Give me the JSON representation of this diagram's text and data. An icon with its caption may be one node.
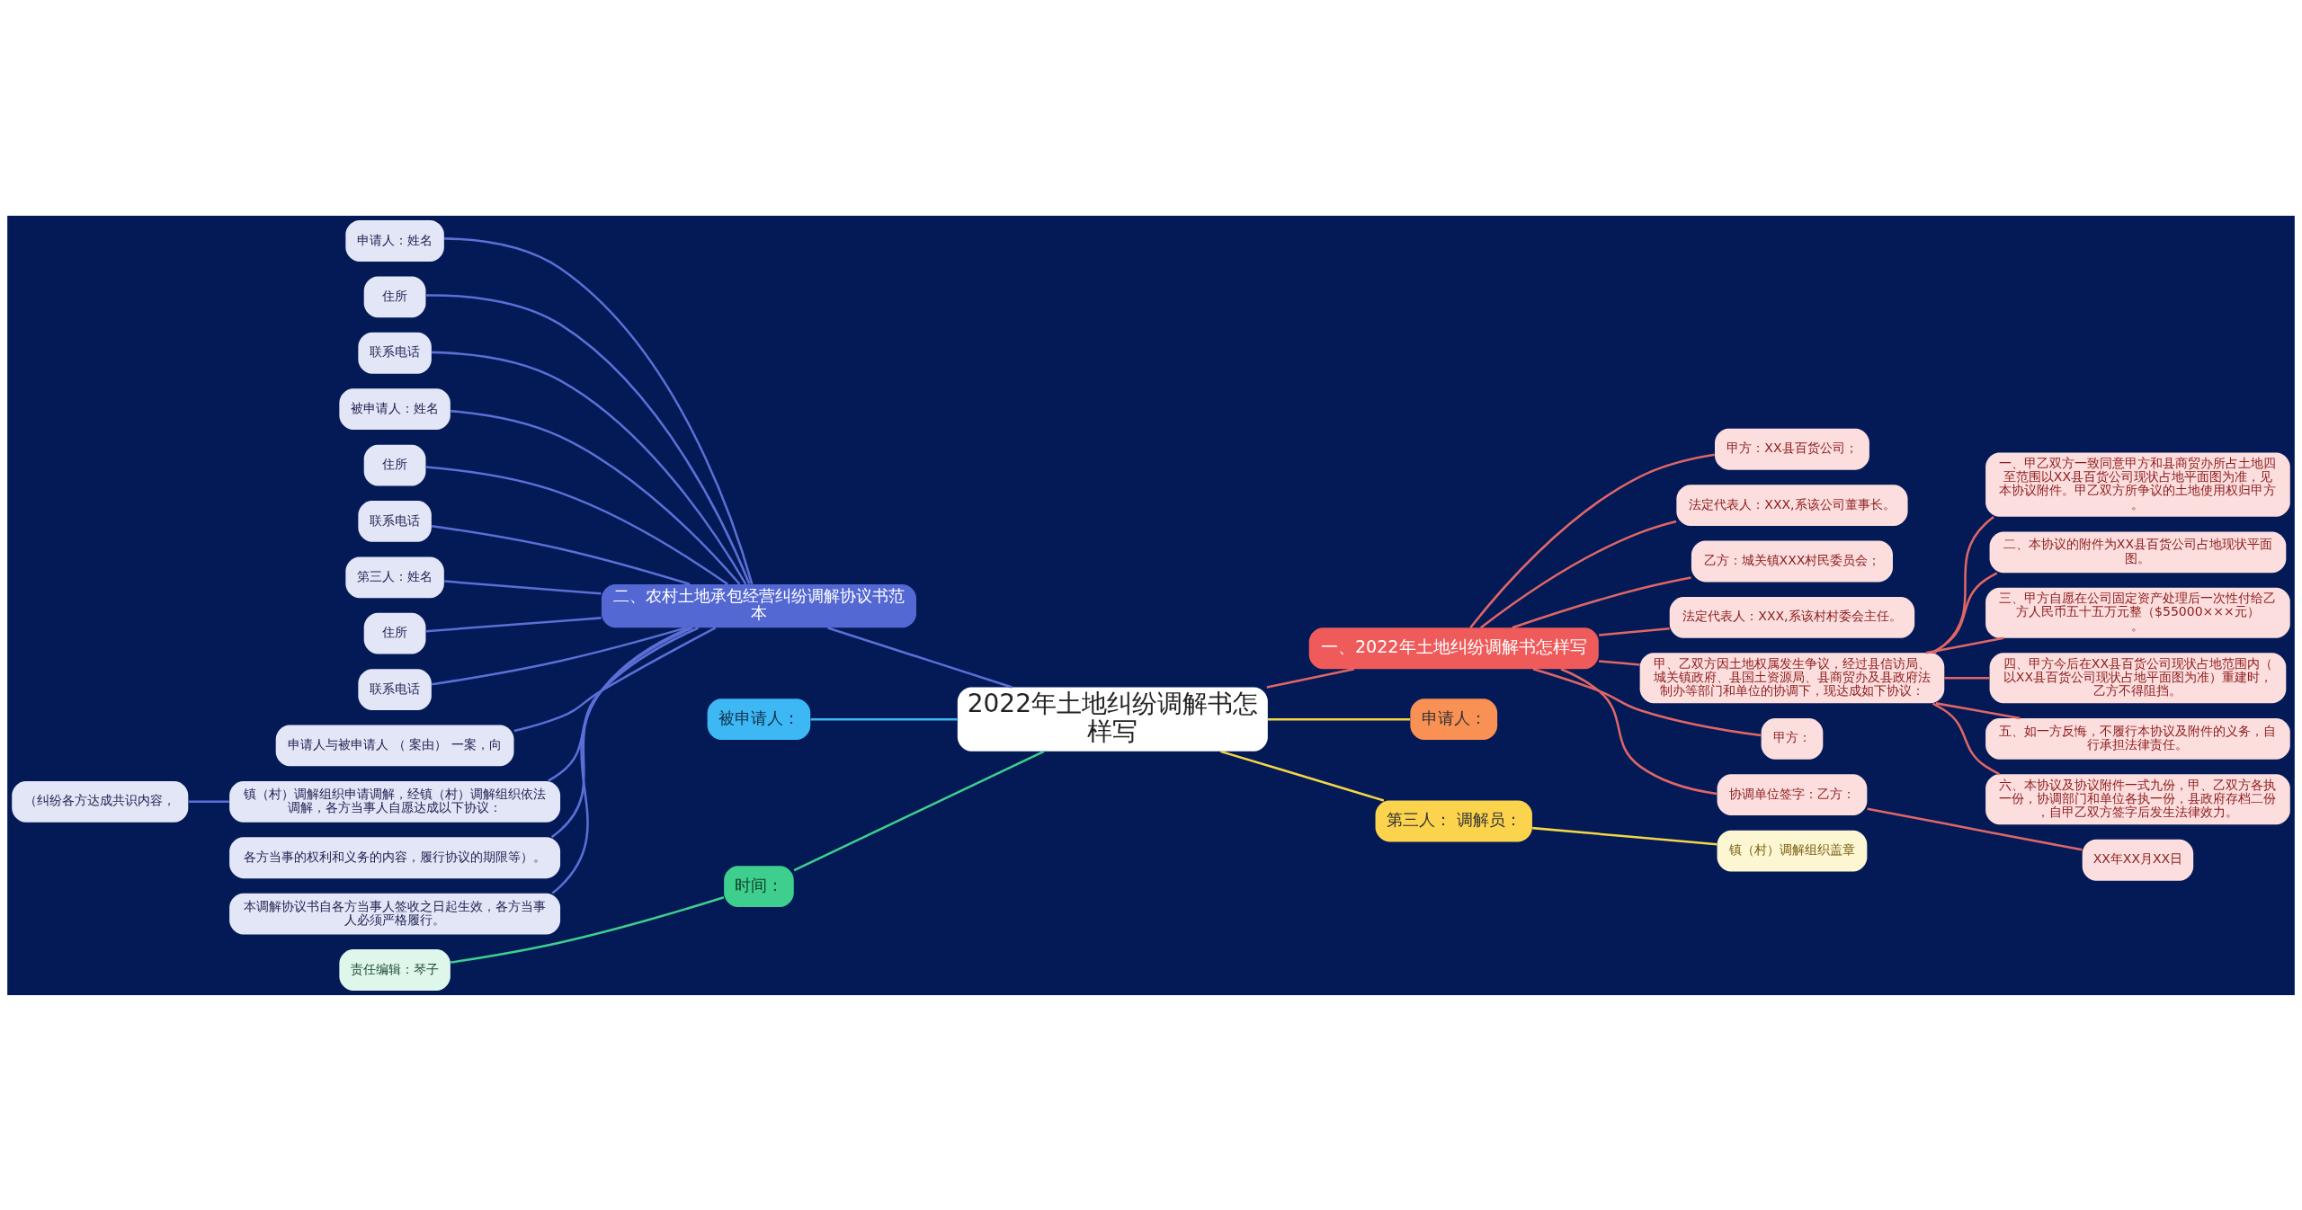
{
  "diagram": {
    "nodes": [
      {
        "text": [
          "2022年土地纠纷调解书怎样写"
        ]
      },
      {
        "text": [
          "一、2022年土地纠纷调解书怎样写"
        ]
      },
      {
        "text": [
          "甲方：XX县百货公司；"
        ]
      },
      {
        "text": [
          "法定代表人：XXX,系该公司董事长。"
        ]
      },
      {
        "text": [
          "乙方：城关镇XXX村民委员会；"
        ]
      },
      {
        "text": [
          "法定代表人：XXX,系该村村委会主任。"
        ]
      },
      {
        "text": [
          "甲、乙双方因土地权属发生争议，经过县信访局、城关镇政府、县国土资源局、县商贸办及县政府法制办等部门和单位的协调下，现达成如下协议："
        ]
      },
      {
        "text": [
          "一、甲乙双方一致同意甲方和县商贸办所占土地四至范围以XX县百货公司现状占地平面图为准，见本协议附件。甲乙双方所争议的土地使用权归甲方。"
        ]
      },
      {
        "text": [
          "二、本协议的附件为XX县百货公司占地现状平面图。"
        ]
      },
      {
        "text": [
          "三、甲方自愿在公司固定资产处理后一次性付给乙方人民币五十五万元整（$55000×××元）。"
        ]
      },
      {
        "text": [
          "四、甲方今后在XX县百货公司现状占地范围内（以XX县百货公司现状占地平面图为准）重建时，乙方不得阻挡。"
        ]
      },
      {
        "text": [
          "五、如一方反悔，不履行本协议及附件的义务，自行承担法律责任。"
        ]
      },
      {
        "text": [
          "六、本协议及协议附件一式九份，甲、乙双方各执一份，协调部门和单位各执一份，县政府存档二份，自甲乙双方签字后发生法律效力。"
        ]
      },
      {
        "text": [
          "甲方："
        ]
      },
      {
        "text": [
          "协调单位签字：乙方："
        ]
      },
      {
        "text": [
          "XX年XX月XX日"
        ]
      },
      {
        "text": [
          "申请人："
        ]
      },
      {
        "text": [
          "第三人： 调解员："
        ]
      },
      {
        "text": [
          "镇（村）调解组织盖章"
        ]
      },
      {
        "text": [
          "二、农村土地承包经营纠纷调解协议书范本"
        ]
      },
      {
        "text": [
          "申请人：姓名"
        ]
      },
      {
        "text": [
          "住所"
        ]
      },
      {
        "text": [
          "联系电话"
        ]
      },
      {
        "text": [
          "被申请人：姓名"
        ]
      },
      {
        "text": [
          "住所"
        ]
      },
      {
        "text": [
          "联系电话"
        ]
      },
      {
        "text": [
          "第三人：姓名"
        ]
      },
      {
        "text": [
          "住所"
        ]
      },
      {
        "text": [
          "联系电话"
        ]
      },
      {
        "text": [
          "申请人与被申请人 （ 案由） 一案，向"
        ]
      },
      {
        "text": [
          "镇（村）调解组织申请调解，经镇（村）调解组织依法调解，各方当事人自愿达成以下协议："
        ]
      },
      {
        "text": [
          "（纠纷各方达成共识内容，"
        ]
      },
      {
        "text": [
          "各方当事的权利和义务的内容，履行协议的期限等）。"
        ]
      },
      {
        "text": [
          "本调解协议书自各方当事人签收之日起生效，各方当事人必须严格履行。"
        ]
      },
      {
        "text": [
          "被申请人："
        ]
      },
      {
        "text": [
          "时间："
        ]
      },
      {
        "text": [
          "责任编辑：琴子"
        ]
      }
    ],
    "edges": [
      {
        "from": 0,
        "to": 1,
        "arrow": "none"
      },
      {
        "from": 1,
        "to": 2,
        "arrow": "none"
      },
      {
        "from": 1,
        "to": 3,
        "arrow": "none"
      },
      {
        "from": 1,
        "to": 4,
        "arrow": "none"
      },
      {
        "from": 1,
        "to": 5,
        "arrow": "none"
      },
      {
        "from": 1,
        "to": 6,
        "arrow": "none"
      },
      {
        "from": 6,
        "to": 7,
        "arrow": "none"
      },
      {
        "from": 6,
        "to": 8,
        "arrow": "none"
      },
      {
        "from": 6,
        "to": 9,
        "arrow": "none"
      },
      {
        "from": 6,
        "to": 10,
        "arrow": "none"
      },
      {
        "from": 6,
        "to": 11,
        "arrow": "none"
      },
      {
        "from": 6,
        "to": 12,
        "arrow": "none"
      },
      {
        "from": 1,
        "to": 13,
        "arrow": "none"
      },
      {
        "from": 1,
        "to": 14,
        "arrow": "none"
      },
      {
        "from": 14,
        "to": 15,
        "arrow": "none"
      },
      {
        "from": 0,
        "to": 16,
        "arrow": "none",
        "color": "#f5d547"
      },
      {
        "from": 0,
        "to": 17,
        "arrow": "none",
        "color": "#f5d547"
      },
      {
        "from": 17,
        "to": 18,
        "arrow": "none",
        "color": "#f5d547"
      },
      {
        "from": 0,
        "to": 19,
        "arrow": "none",
        "color": "#5b6fd6"
      },
      {
        "from": 19,
        "to": 20,
        "arrow": "none",
        "color": "#5b6fd6"
      },
      {
        "from": 19,
        "to": 21,
        "arrow": "none",
        "color": "#5b6fd6"
      },
      {
        "from": 19,
        "to": 22,
        "arrow": "none",
        "color": "#5b6fd6"
      },
      {
        "from": 19,
        "to": 23,
        "arrow": "none",
        "color": "#5b6fd6"
      },
      {
        "from": 19,
        "to": 24,
        "arrow": "none",
        "color": "#5b6fd6"
      },
      {
        "from": 19,
        "to": 25,
        "arrow": "none",
        "color": "#5b6fd6"
      },
      {
        "from": 19,
        "to": 26,
        "arrow": "none",
        "color": "#5b6fd6"
      },
      {
        "from": 19,
        "to": 27,
        "arrow": "none",
        "color": "#5b6fd6"
      },
      {
        "from": 19,
        "to": 28,
        "arrow": "none",
        "color": "#5b6fd6"
      },
      {
        "from": 19,
        "to": 29,
        "arrow": "none",
        "color": "#5b6fd6"
      },
      {
        "from": 19,
        "to": 30,
        "arrow": "none",
        "color": "#5b6fd6"
      },
      {
        "from": 30,
        "to": 31,
        "arrow": "none",
        "color": "#5b6fd6"
      },
      {
        "from": 19,
        "to": 32,
        "arrow": "none",
        "color": "#5b6fd6"
      },
      {
        "from": 19,
        "to": 33,
        "arrow": "none",
        "color": "#5b6fd6"
      },
      {
        "from": 0,
        "to": 34,
        "arrow": "none",
        "color": "#3fb8f0"
      },
      {
        "from": 0,
        "to": 35,
        "arrow": "none",
        "color": "#3ecf8e"
      },
      {
        "from": 35,
        "to": 36,
        "arrow": "none",
        "color": "#3ecf8e"
      }
    ]
  }
}
